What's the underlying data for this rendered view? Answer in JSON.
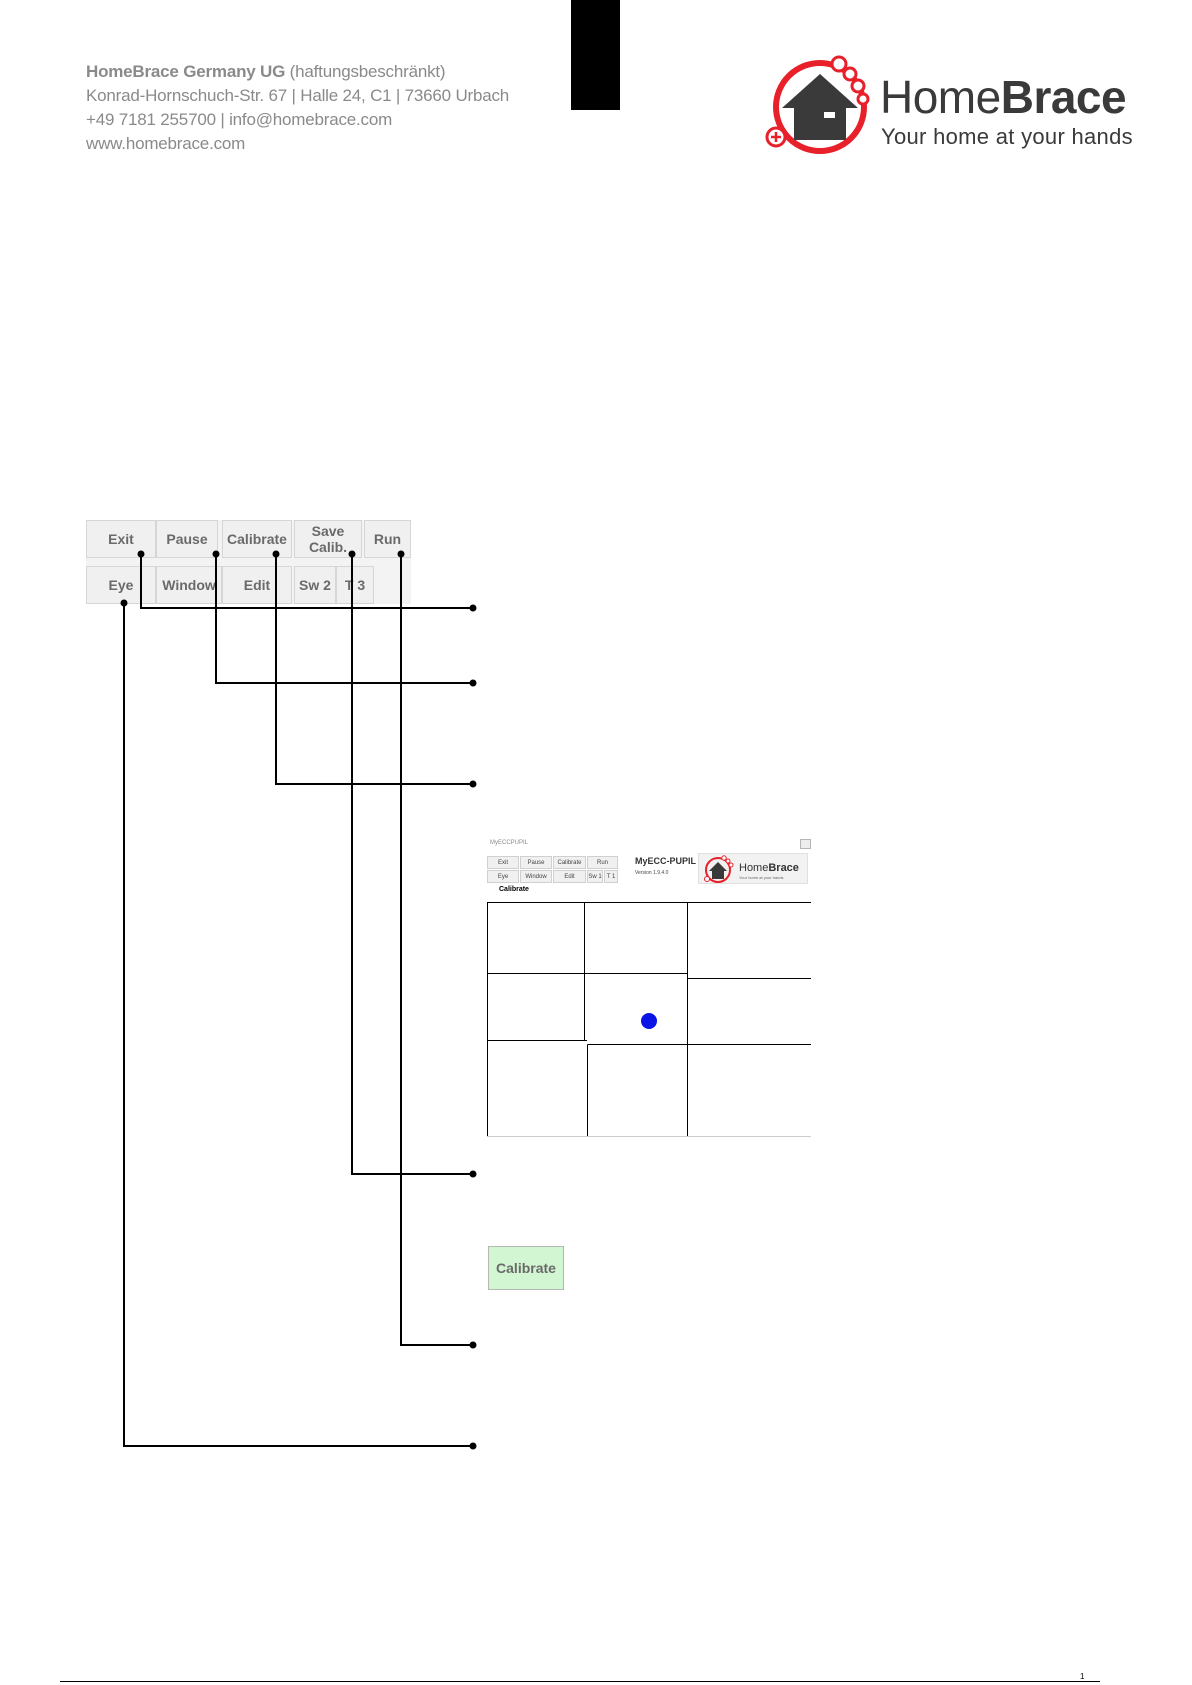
{
  "letterhead": {
    "company_name": "HomeBrace Germany UG",
    "company_suffix": "(haftungsbeschränkt)",
    "address": "Konrad-Hornschuch-Str. 67 | Halle 24, C1 | 73660 Urbach",
    "contact": "+49 7181 255700 | info@homebrace.com",
    "website": "www.homebrace.com"
  },
  "logo": {
    "name_light": "Home",
    "name_bold": "Brace",
    "tagline": "Your home at your hands",
    "brand_red": "#e8202a",
    "brand_dark": "#3a3a3a"
  },
  "toolbar": {
    "marker": ".",
    "buttons": [
      {
        "label": "Exit"
      },
      {
        "label": "Pause"
      },
      {
        "label": "Calibrate"
      },
      {
        "label": "Save\nCalib."
      },
      {
        "label": "Run"
      },
      {
        "label": "Eye"
      },
      {
        "label": "Window"
      },
      {
        "label": "Edit"
      },
      {
        "label": "Sw 2"
      },
      {
        "label": "T 3"
      }
    ]
  },
  "app_preview": {
    "window_title": "MyECCPUPIL",
    "buttons": [
      "Exit",
      "Pause",
      "Calibrate",
      "Run",
      "Eye",
      "Window",
      "Edit",
      "Sw 1",
      "T 1"
    ],
    "app_name": "MyECC-PUPIL",
    "version": "Version 1.9.4.0",
    "logo_name_light": "Home",
    "logo_name_bold": "Brace",
    "logo_tagline": "Your home at your hands",
    "mode_label": "Calibrate",
    "target_color": "#0a14e6"
  },
  "calibrate_button": {
    "label": "Calibrate",
    "background": "#d2f5d2"
  },
  "footer": {
    "mark": "1"
  }
}
